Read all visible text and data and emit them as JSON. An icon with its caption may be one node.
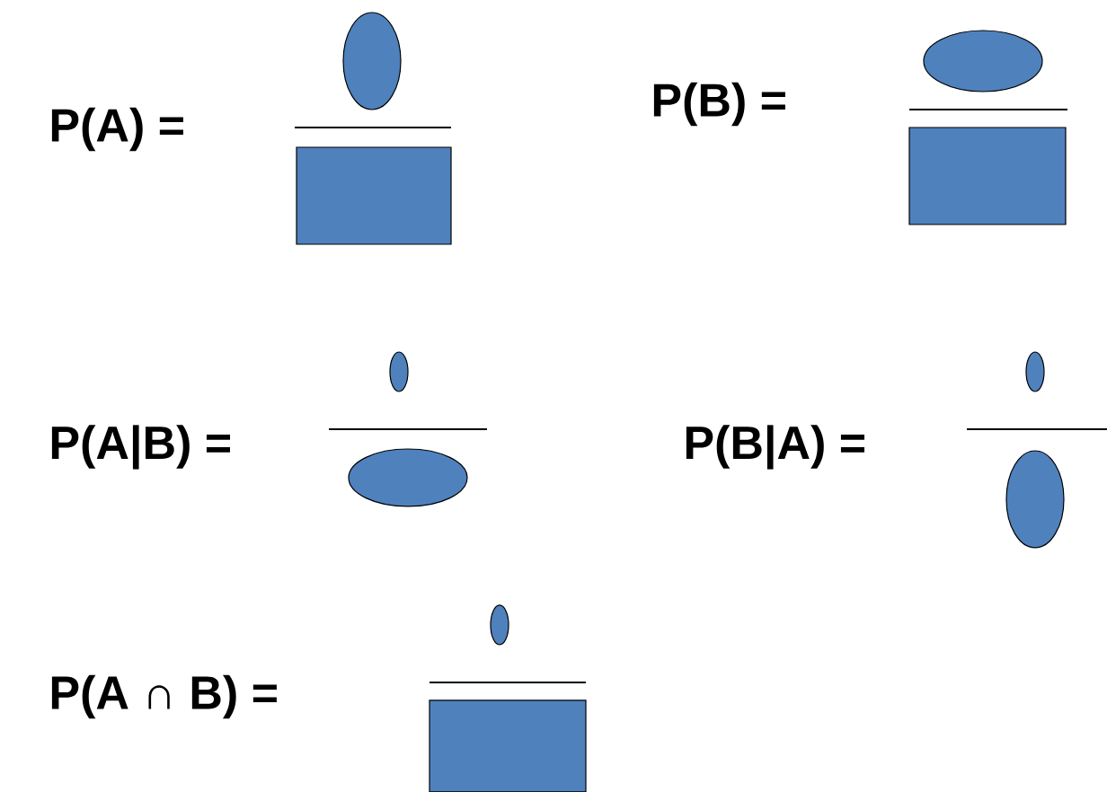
{
  "diagram": {
    "labels": [
      "P(A) =",
      "P(B) =",
      "P(A|B) =",
      "P(B|A) =",
      "P(A ∩ B) ="
    ]
  }
}
